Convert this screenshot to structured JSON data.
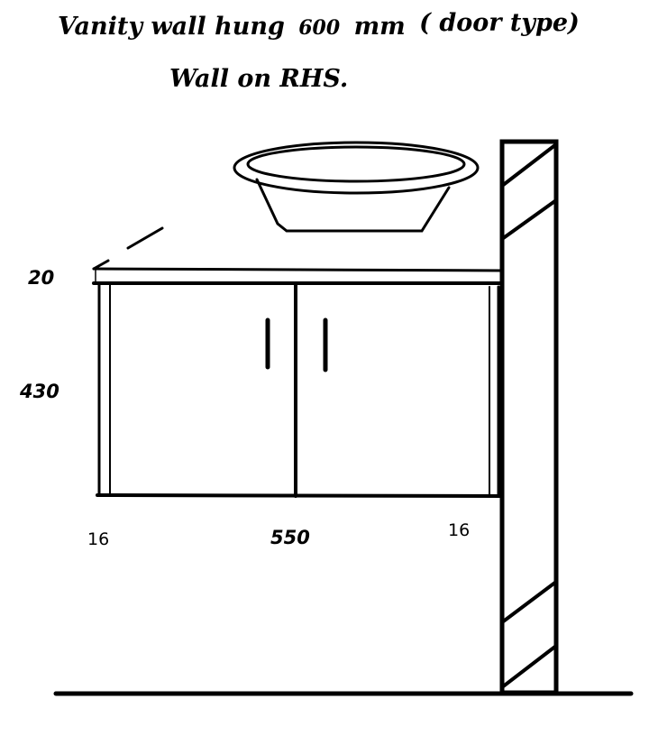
{
  "title": {
    "line1_prefix": "Vanity wall hung",
    "line1_size": "600",
    "line1_unit": "mm",
    "line1_suffix": "( door type)",
    "line2": "Wall on RHS."
  },
  "dimensions": {
    "top_thickness": "20",
    "cabinet_height": "430",
    "left_panel": "16",
    "width": "550",
    "right_panel": "16"
  }
}
